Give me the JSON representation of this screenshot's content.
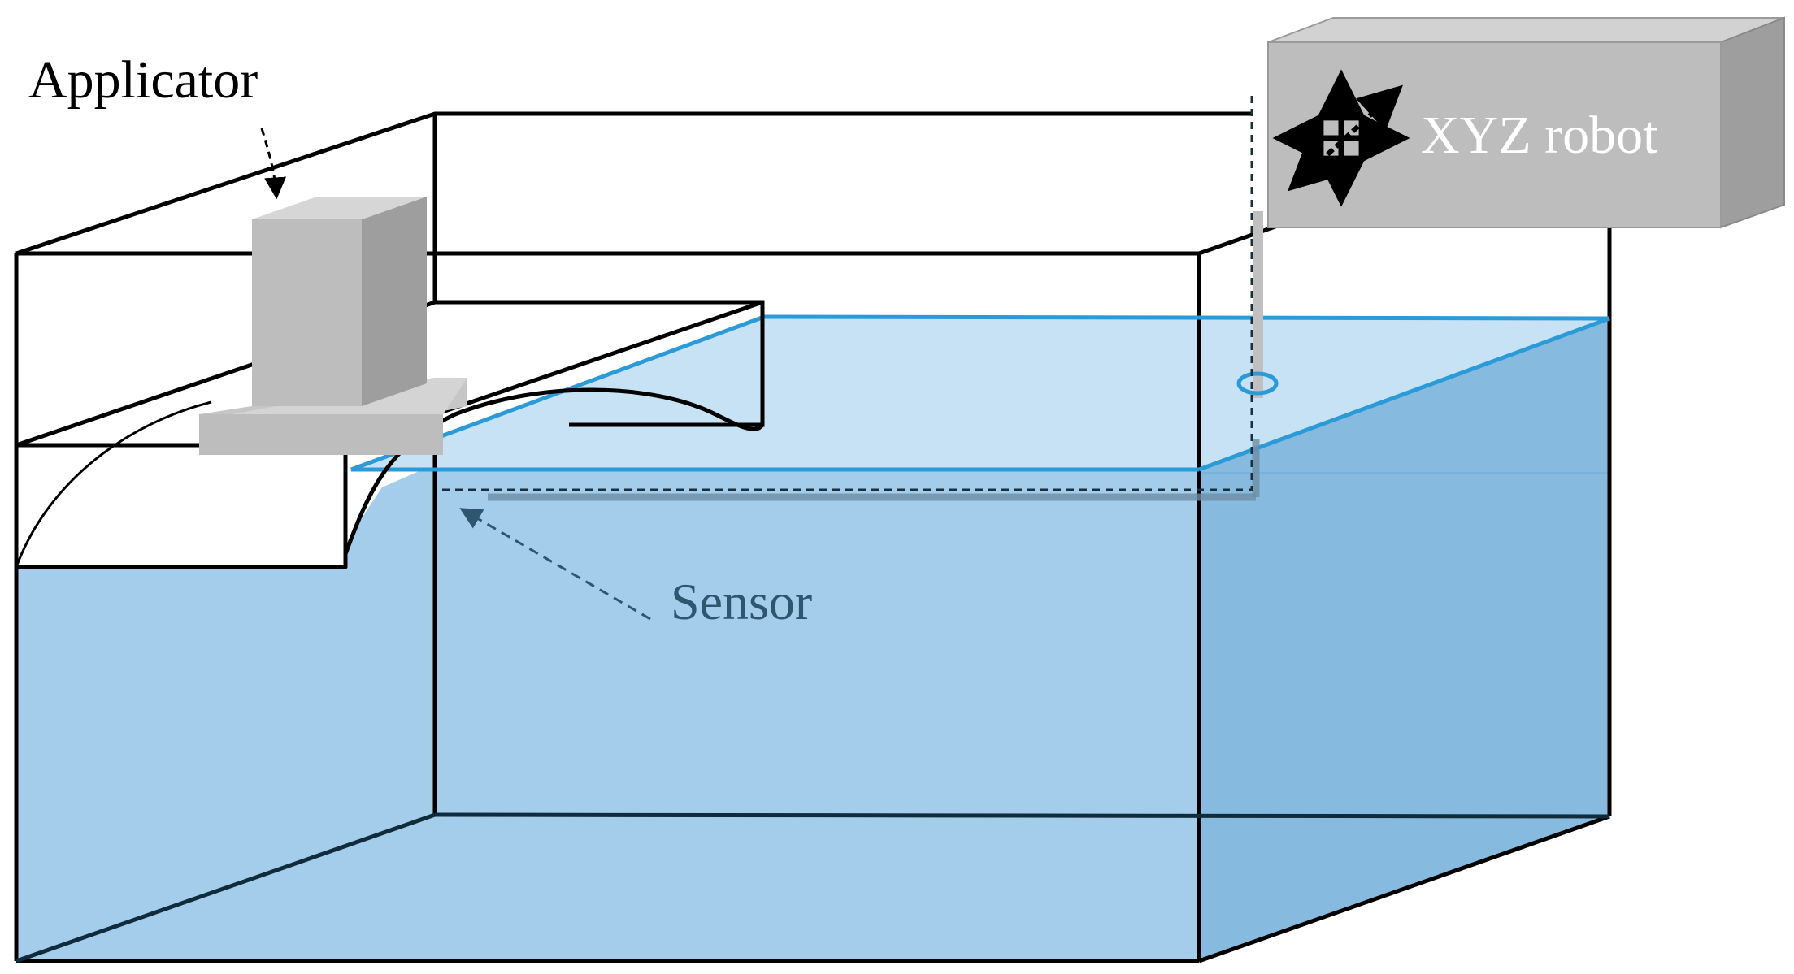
{
  "labels": {
    "applicator": "Applicator",
    "robot": "XYZ robot",
    "sensor": "Sensor"
  },
  "icons": {
    "robot_axes": "xyz-axes-arrows-icon"
  },
  "colors": {
    "water_front": "#a4cdec",
    "water_surface": "#c8e2f5",
    "water_side": "#86bade",
    "water_edge": "#2b9ad9",
    "outline": "#000000",
    "device_gray": "#bdbdbd",
    "device_gray_dark": "#9e9e9e",
    "device_gray_light": "#d2d2d2",
    "sensor_text": "#2f556f",
    "robot_text": "#ffffff"
  }
}
